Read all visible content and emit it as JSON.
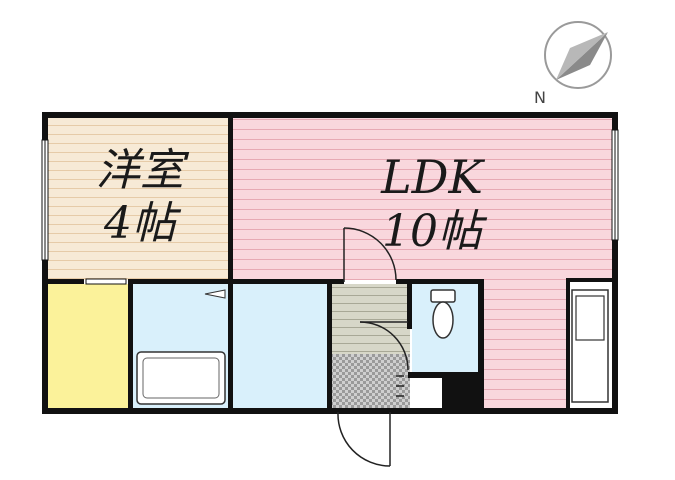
{
  "compass": {
    "label": "N"
  },
  "rooms": {
    "western_room": {
      "name": "洋室",
      "size": "4帖"
    },
    "ldk": {
      "name": "LDK",
      "size": "10帖"
    }
  },
  "colors": {
    "tatami_stripe": "#f7ead6",
    "tatami_line": "#e6cba8",
    "ldk_fill": "#f9d7dd",
    "ldk_line": "#e7a9b4",
    "closet": "#fbf29a",
    "wet_area": "#d9f0fb",
    "entry_floor": "#d7d7c8",
    "wall": "#111111"
  }
}
